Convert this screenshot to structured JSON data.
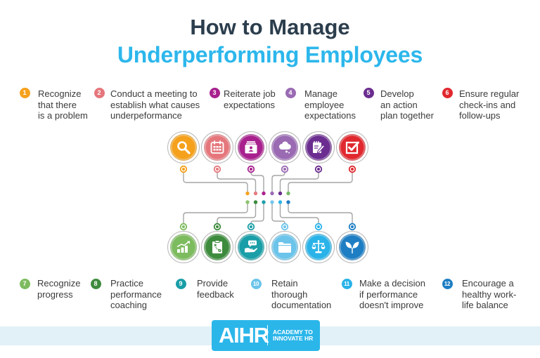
{
  "title": {
    "line1": "How to Manage",
    "line2": "Underperforming Employees",
    "line1_color": "#2c3e4d",
    "line2_color": "#2cb7ec"
  },
  "steps": [
    {
      "number": "1",
      "lines": [
        "Recognize",
        "that there",
        "is a problem"
      ],
      "color": "#f5a11c",
      "icon": "magnifying-glass-icon"
    },
    {
      "number": "2",
      "lines": [
        "Conduct a meeting to",
        "establish what causes",
        "underpeformance"
      ],
      "color": "#e5777c",
      "icon": "calendar-icon"
    },
    {
      "number": "3",
      "lines": [
        "Reiterate job",
        "expectations"
      ],
      "color": "#a8218e",
      "icon": "profile-folder-icon"
    },
    {
      "number": "4",
      "lines": [
        "Manage",
        "employee",
        "expectations"
      ],
      "color": "#9a6ab3",
      "icon": "thought-cloud-icon"
    },
    {
      "number": "5",
      "lines": [
        "Develop",
        "an action",
        "plan together"
      ],
      "color": "#6b2d8f",
      "icon": "notepad-pencil-icon"
    },
    {
      "number": "6",
      "lines": [
        "Ensure regular",
        "check-ins and",
        "follow-ups"
      ],
      "color": "#e0282e",
      "icon": "checkbox-icon"
    },
    {
      "number": "7",
      "lines": [
        "Recognize",
        "progress"
      ],
      "color": "#7dbb5f",
      "icon": "growth-chart-icon"
    },
    {
      "number": "8",
      "lines": [
        "Practice",
        "performance",
        "coaching"
      ],
      "color": "#3d8b3d",
      "icon": "strategy-clipboard-icon"
    },
    {
      "number": "9",
      "lines": [
        "Provide",
        "feedback"
      ],
      "color": "#1a9ea7",
      "icon": "feedback-hand-icon"
    },
    {
      "number": "10",
      "lines": [
        "Retain",
        "thorough",
        "documentation"
      ],
      "color": "#6cc4ea",
      "icon": "folder-icon"
    },
    {
      "number": "11",
      "lines": [
        "Make a decision",
        "if performance",
        "doesn't improve"
      ],
      "color": "#29b3e8",
      "icon": "scales-icon"
    },
    {
      "number": "12",
      "lines": [
        "Encourage a",
        "healthy work-",
        "life balance"
      ],
      "color": "#1e7ec3",
      "icon": "plant-sprout-icon"
    }
  ],
  "connector_dots": {
    "top": [
      "#f5a21c",
      "#e77b80",
      "#ad1f8d",
      "#9b6bb5",
      "#6a2c8f",
      "#76b867"
    ],
    "bottom": [
      "#8cc46e",
      "#3b8a3c",
      "#1d9fa8",
      "#74c7ec",
      "#29b4ea",
      "#1e7dc4"
    ],
    "line_color": "#a5a5a5"
  },
  "footer": {
    "logo_mark": "AIHR",
    "tagline_line1": "ACADEMY TO",
    "tagline_line2": "INNOVATE HR",
    "brand_color": "#2bb6ea"
  }
}
